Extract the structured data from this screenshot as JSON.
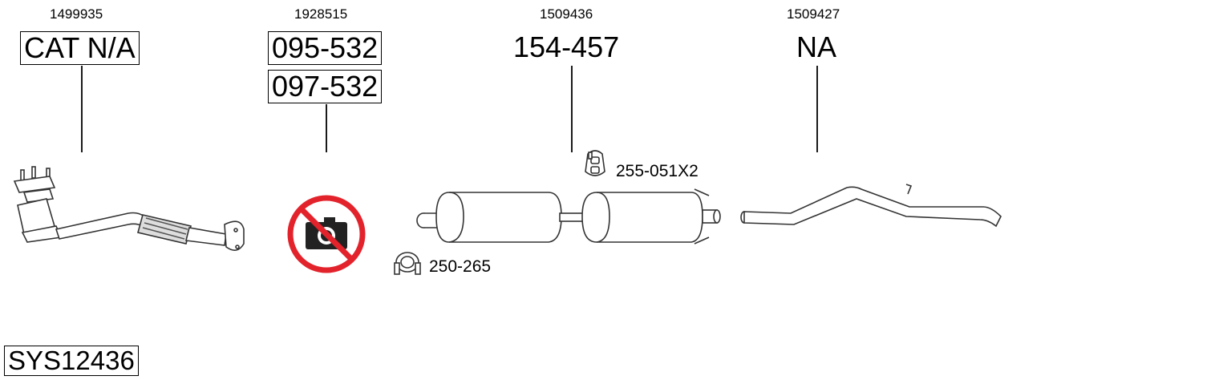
{
  "columns": [
    {
      "code": "1499935",
      "parts": [
        "CAT N/A"
      ],
      "boxed": true
    },
    {
      "code": "1928515",
      "parts": [
        "095-532",
        "097-532"
      ],
      "boxed": true
    },
    {
      "code": "1509436",
      "parts": [
        "154-457"
      ],
      "boxed": false
    },
    {
      "code": "1509427",
      "parts": [
        "NA"
      ],
      "boxed": false
    }
  ],
  "accessories": [
    {
      "label": "255-051X2",
      "icon": "hanger-icon"
    },
    {
      "label": "250-265",
      "icon": "clamp-icon"
    }
  ],
  "system_code": "SYS12436",
  "colors": {
    "no_image_red": "#e3232c",
    "line": "#000000",
    "part_stroke": "#333333"
  }
}
